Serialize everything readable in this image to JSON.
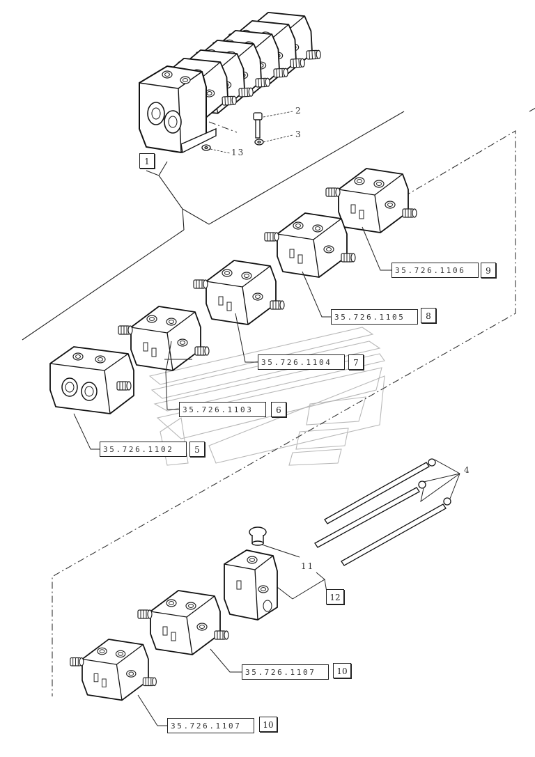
{
  "diagram": {
    "callouts": {
      "c1": "1",
      "c2": "2",
      "c3": "3",
      "c4": "4",
      "c11": "11",
      "c12": "12",
      "c13": "13"
    },
    "references": [
      {
        "code": "35.726.1106",
        "index": "9"
      },
      {
        "code": "35.726.1105",
        "index": "8"
      },
      {
        "code": "35.726.1104",
        "index": "7"
      },
      {
        "code": "35.726.1103",
        "index": "6"
      },
      {
        "code": "35.726.1102",
        "index": "5"
      },
      {
        "code": "35.726.1107",
        "index": "10"
      },
      {
        "code": "35.726.1107",
        "index": "10"
      }
    ]
  }
}
